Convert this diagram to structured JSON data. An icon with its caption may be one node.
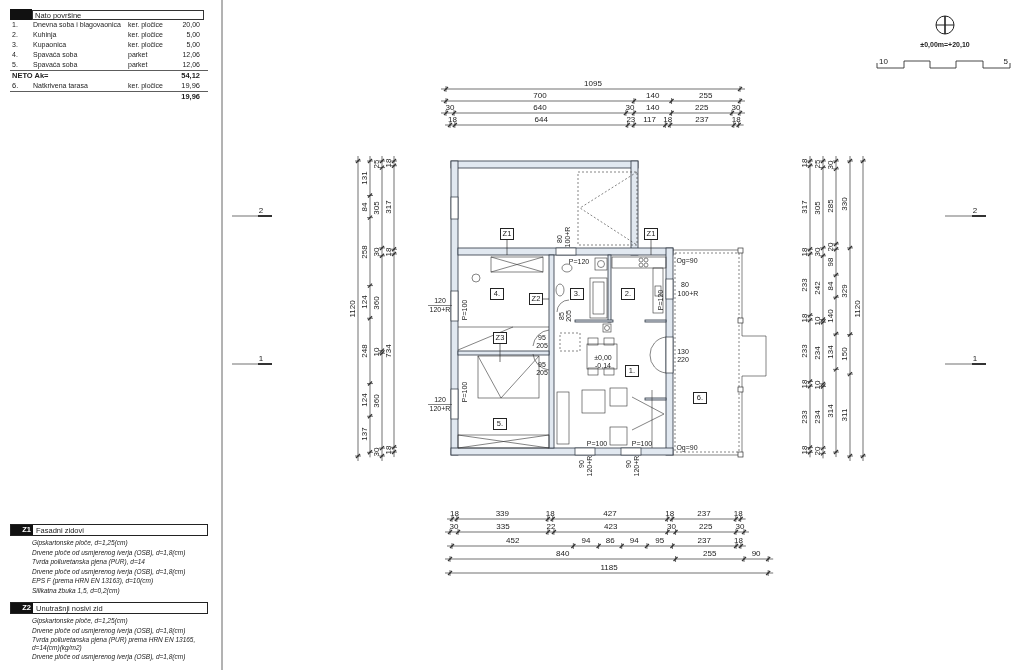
{
  "diagram": {
    "nodes": [
      {
        "text": [
          "Z1"
        ]
      },
      {
        "text": [
          "Z1"
        ]
      },
      {
        "text": [
          "4."
        ]
      },
      {
        "text": [
          "Z2"
        ]
      },
      {
        "text": [
          "3."
        ]
      },
      {
        "text": [
          "2."
        ]
      },
      {
        "text": [
          "Z3"
        ]
      },
      {
        "text": [
          "1."
        ]
      },
      {
        "text": [
          "6."
        ]
      },
      {
        "text": [
          "5."
        ]
      },
      {
        "text": [
          "Z1",
          "Fasadni zidovi"
        ],
        "beside": [
          "Gipskartonske ploče, d=1,25(cm)",
          "Drvene ploče od usmjerenog iverja (OSB), d=1,8(cm)",
          "Tvrda poliuretanska pjena (PUR), d=14",
          "Drvene ploče od usmjerenog iverja (OSB), d=1,8(cm)",
          "EPS F (prema HRN EN 13163), d=10(cm)",
          "Silikatna žbuka 1,5, d=0,2(cm)"
        ]
      },
      {
        "text": [
          "Z2",
          "Unutrašnji nosivi zid"
        ],
        "beside": [
          "Gipskartonske ploče, d=1,25(cm)",
          "Drvene ploče od usmjerenog iverja (OSB), d=1,8(cm)",
          "Tvrda poliuretanska pjena (PUR) prema HRN EN 13165, d=14(cm)(kg/m2)",
          "Drvene ploče od usmjerenog iverja (OSB), d=1,8(cm)"
        ]
      }
    ],
    "edges": [
      {
        "from": 0,
        "to": null,
        "arrow": "none"
      },
      {
        "from": 1,
        "to": null,
        "arrow": "none"
      },
      {
        "from": 3,
        "to": null,
        "arrow": "none"
      },
      {
        "from": 6,
        "to": null,
        "arrow": "none"
      }
    ],
    "labels": [
      "Nato površine",
      "1.",
      "Dnevna soba i blagovaonica",
      "ker. pločice",
      "20,00",
      "2.",
      "Kuhinja",
      "ker. pločice",
      "5,00",
      "3.",
      "Kupaonica",
      "ker. pločice",
      "5,00",
      "4.",
      "Spavaća soba",
      "parket",
      "12,06",
      "5.",
      "Spavaća soba",
      "parket",
      "12,06",
      "NETO Ak=",
      "54,12",
      "6.",
      "Natkrivena tarasa",
      "ker. pločice",
      "19,96",
      "19,96",
      "±0,00m=+20,10",
      "10",
      "5",
      "1095",
      "700",
      "140",
      "255",
      "30",
      "640",
      "30",
      "140",
      "225",
      "30",
      "18",
      "644",
      "23",
      "117",
      "18",
      "237",
      "18",
      "1120",
      "131",
      "84",
      "258",
      "124",
      "248",
      "124",
      "137",
      "25",
      "305",
      "30",
      "360",
      "10",
      "360",
      "30",
      "18",
      "317",
      "18",
      "734",
      "18",
      "80",
      "100+R",
      "P=120",
      "120",
      "120+R",
      "P=100",
      "80",
      "100+R",
      "P=120",
      "85",
      "205",
      "95",
      "205",
      "130",
      "220",
      "95",
      "205",
      "±0,00",
      "-0,14",
      "120",
      "120+R",
      "P=100",
      "Og=90",
      "Og=90",
      "P=100",
      "P=100",
      "90",
      "120+R",
      "90",
      "120+R",
      "18",
      "317",
      "18",
      "233",
      "18",
      "233",
      "18",
      "233",
      "18",
      "25",
      "305",
      "30",
      "242",
      "10",
      "234",
      "10",
      "234",
      "20",
      "30",
      "285",
      "20",
      "98",
      "84",
      "140",
      "134",
      "314",
      "330",
      "329",
      "150",
      "311",
      "1120",
      "2",
      "2",
      "1",
      "1",
      "18",
      "339",
      "18",
      "427",
      "18",
      "237",
      "18",
      "30",
      "335",
      "22",
      "423",
      "30",
      "225",
      "30",
      "452",
      "94",
      "86",
      "94",
      "95",
      "237",
      "18",
      "840",
      "255",
      "90",
      "1185"
    ]
  }
}
